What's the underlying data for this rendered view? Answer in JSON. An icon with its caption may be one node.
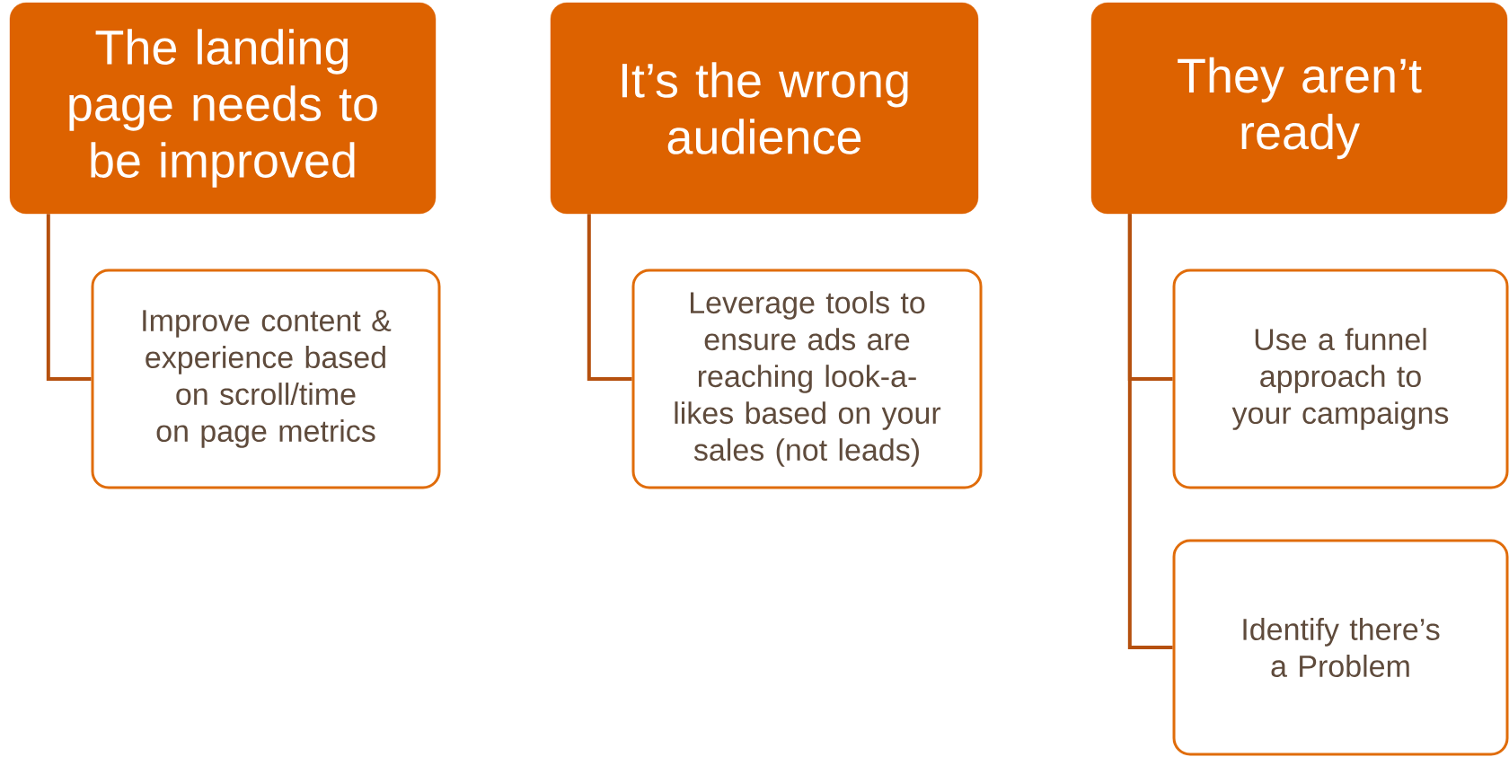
{
  "diagram": {
    "nodes": [
      {
        "text": [
          "The landing page needs to be improved"
        ]
      },
      {
        "text": [
          "It’s the wrong audience"
        ]
      },
      {
        "text": [
          "They aren’t ready"
        ]
      },
      {
        "text": [
          "Improve content & experience based on scroll/time on page metrics"
        ]
      },
      {
        "text": [
          "Leverage tools to ensure ads are reaching look-a-likes based on your sales (not leads)"
        ]
      },
      {
        "text": [
          "Use a funnel approach to your campaigns"
        ]
      },
      {
        "text": [
          "Identify there’s a Problem"
        ]
      }
    ],
    "edges": [
      {
        "from": 0,
        "to": 3,
        "arrow": "none"
      },
      {
        "from": 1,
        "to": 4,
        "arrow": "none"
      },
      {
        "from": 2,
        "to": 5,
        "arrow": "none"
      },
      {
        "from": 2,
        "to": 6,
        "arrow": "none"
      }
    ]
  }
}
